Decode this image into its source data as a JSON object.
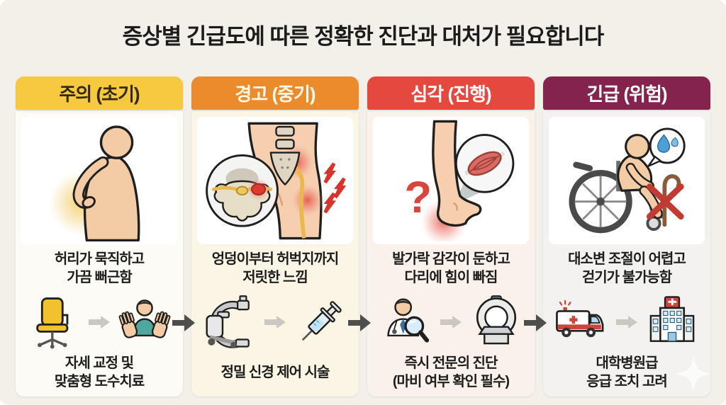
{
  "title": "증상별 긴급도에 따른 정확한 진단과 대처가 필요합니다",
  "flow_arrow_color": "#4E4E4E",
  "stages": [
    {
      "label": "주의 (초기)",
      "header_bg": "#F6C93F",
      "header_text_color": "#33290B",
      "body_bg": "#FCFBF6",
      "symptom": "허리가 묵직하고\n가끔 뻐근함",
      "action": "자세 교정 및\n맞춤형 도수치료",
      "illustration": "person-holding-lower-back",
      "icon_left": "office-chair",
      "icon_right": "manual-therapy-hands"
    },
    {
      "label": "경고 (중기)",
      "header_bg": "#EC8B2B",
      "header_text_color": "#FFF9E8",
      "body_bg": "#FBF5E6",
      "symptom": "엉덩이부터 허벅지까지\n저릿한 느낌",
      "action": "정밀 신경 제어 시술",
      "illustration": "hip-sciatic-nerve-pain",
      "icon_left": "c-arm-xray",
      "icon_right": "syringe"
    },
    {
      "label": "심각 (진행)",
      "header_bg": "#E5483C",
      "header_text_color": "#FFFFFF",
      "body_bg": "#FAF1EB",
      "symptom": "발가락 감각이 둔하고\n다리에 힘이 빠짐",
      "action": "즉시 전문의 진단\n(마비 여부 확인 필수)",
      "illustration": "numb-foot-muscle-check",
      "icon_left": "doctor-magnifier",
      "icon_right": "mri-scanner"
    },
    {
      "label": "긴급 (위험)",
      "header_bg": "#85234F",
      "header_text_color": "#FFFFFF",
      "body_bg": "#F3F2F0",
      "symptom": "대소변 조절이 어렵고\n걷기가 불가능함",
      "action": "대학병원급\n응급 조치 고려",
      "illustration": "wheelchair-incontinence-no-walking",
      "icon_left": "ambulance",
      "icon_right": "hospital"
    }
  ]
}
